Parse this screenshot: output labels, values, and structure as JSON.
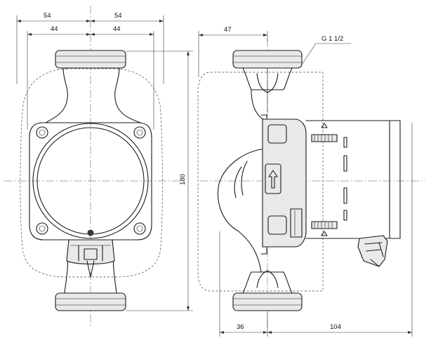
{
  "drawing": {
    "front_view": {
      "dim_top_left": "54",
      "dim_top_right": "54",
      "dim_inner_left": "44",
      "dim_inner_right": "44",
      "dim_height": "180"
    },
    "side_view": {
      "dim_top": "47",
      "thread_label": "G 1 1/2",
      "dim_bottom_left": "36",
      "dim_bottom_right": "104"
    }
  }
}
